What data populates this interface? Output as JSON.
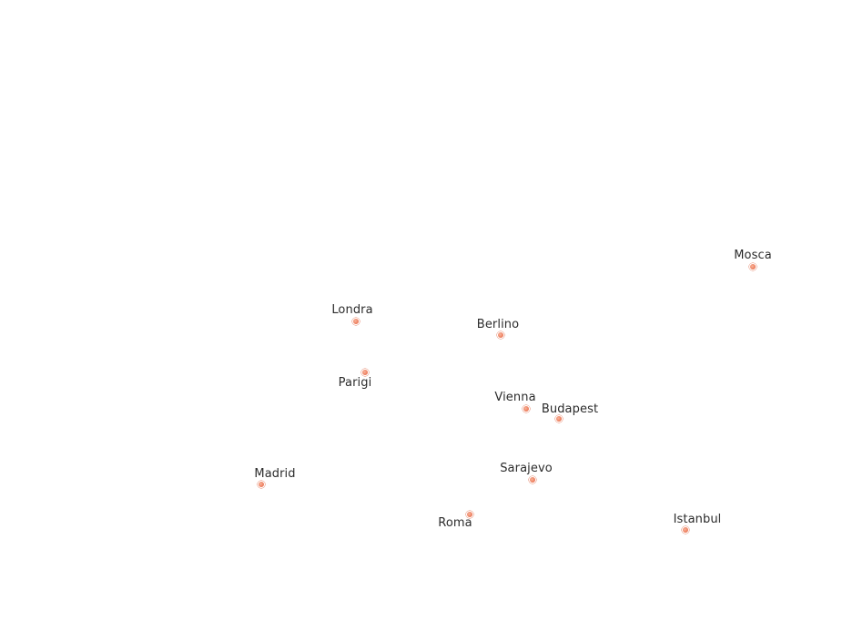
{
  "map": {
    "marker_color": "#ee7f5f",
    "label_color": "#2b2b2b",
    "cities": [
      {
        "name": "Mosca"
      },
      {
        "name": "Londra"
      },
      {
        "name": "Berlino"
      },
      {
        "name": "Parigi"
      },
      {
        "name": "Vienna"
      },
      {
        "name": "Budapest"
      },
      {
        "name": "Madrid"
      },
      {
        "name": "Sarajevo"
      },
      {
        "name": "Roma"
      },
      {
        "name": "Istanbul"
      }
    ]
  }
}
